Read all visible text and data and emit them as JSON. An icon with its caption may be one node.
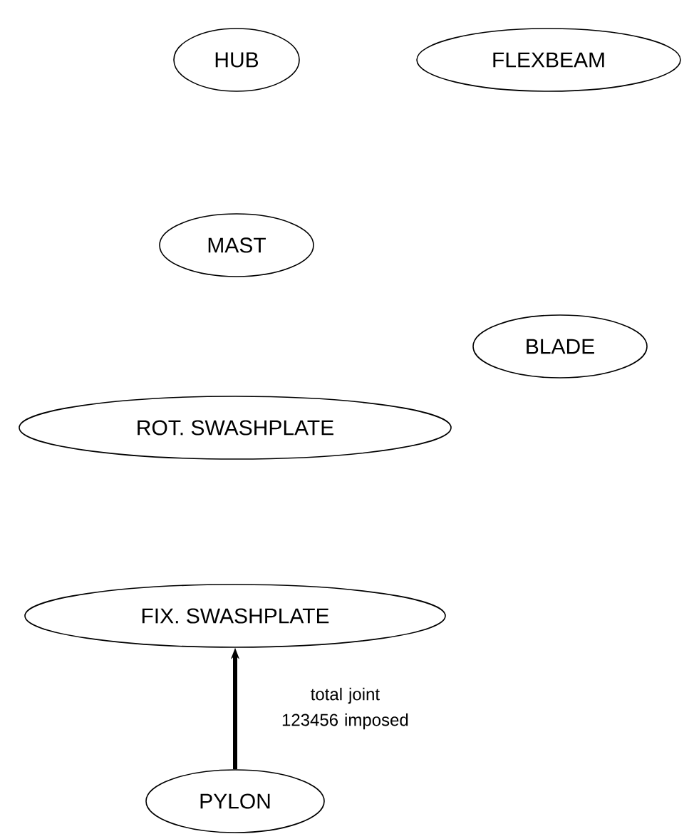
{
  "diagram": {
    "nodes": [
      {
        "text": [
          "HUB"
        ]
      },
      {
        "text": [
          "FLEXBEAM"
        ]
      },
      {
        "text": [
          "MAST"
        ]
      },
      {
        "text": [
          "BLADE"
        ]
      },
      {
        "text": [
          "ROT. SWASHPLATE"
        ]
      },
      {
        "text": [
          "FIX. SWASHPLATE"
        ]
      },
      {
        "text": [
          "PYLON"
        ]
      }
    ],
    "edges": [
      {
        "from": 6,
        "to": 5,
        "arrow": "to",
        "label": "total joint 123456 imposed"
      }
    ]
  }
}
